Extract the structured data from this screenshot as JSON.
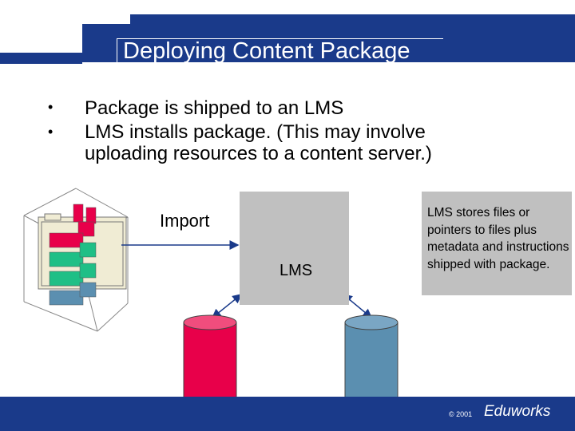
{
  "header": {
    "title": "Deploying Content Package"
  },
  "bullets": [
    {
      "marker": "•",
      "text": "Package is shipped to an LMS"
    },
    {
      "marker": "•",
      "text": "LMS installs package. (This may involve uploading resources to a content server.)"
    }
  ],
  "diagram": {
    "import_label": "Import",
    "lms_label": "LMS",
    "note_text": "LMS stores files or pointers to files plus metadata and instructions shipped with package.",
    "colors": {
      "header_blue": "#1a3a8a",
      "lms_gray": "#c0c0c0",
      "db_left": "#e8004a",
      "db_right": "#5b8fb0",
      "pkg_pink": "#e8004a",
      "pkg_green": "#1fbf86",
      "pkg_blue": "#5b8fb0",
      "folder_tan": "#f0ecd4"
    }
  },
  "footer": {
    "copyright": "© 2001",
    "brand": "Eduworks"
  }
}
